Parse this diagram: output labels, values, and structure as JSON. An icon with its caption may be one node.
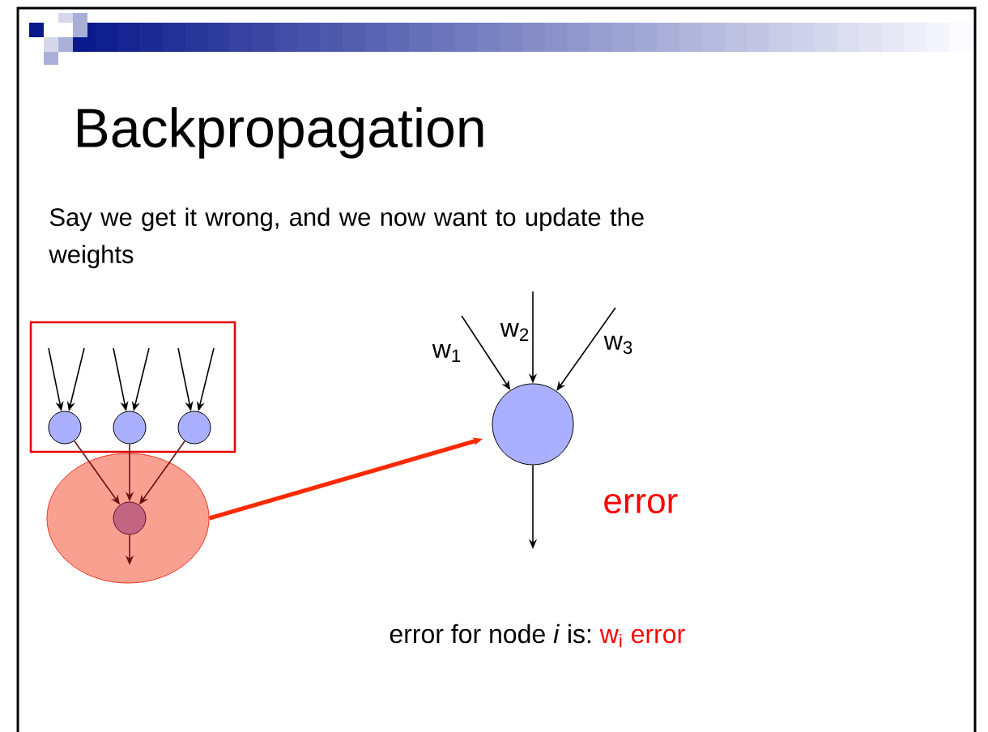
{
  "diagram": {
    "title": "Backpropagation",
    "nodes": [
      {
        "text": [],
        "shape": "box"
      },
      {
        "text": [],
        "shape": "circle",
        "in": 0
      },
      {
        "text": [],
        "shape": "circle",
        "in": 0
      },
      {
        "text": [],
        "shape": "circle",
        "in": 0
      },
      {
        "text": [],
        "shape": "ellipse"
      },
      {
        "text": [],
        "shape": "circle",
        "in": 4
      },
      {
        "text": [],
        "shape": "circle"
      }
    ],
    "edges": [
      {
        "from": null,
        "to": 1,
        "arrow": "to"
      },
      {
        "from": null,
        "to": 1,
        "arrow": "to"
      },
      {
        "from": null,
        "to": 2,
        "arrow": "to"
      },
      {
        "from": null,
        "to": 2,
        "arrow": "to"
      },
      {
        "from": null,
        "to": 3,
        "arrow": "to"
      },
      {
        "from": null,
        "to": 3,
        "arrow": "to"
      },
      {
        "from": 1,
        "to": 5,
        "arrow": "to",
        "color": "#6b1010"
      },
      {
        "from": 2,
        "to": 5,
        "arrow": "to",
        "color": "#6b1010"
      },
      {
        "from": 3,
        "to": 5,
        "arrow": "to",
        "color": "#6b1010"
      },
      {
        "from": 5,
        "to": null,
        "arrow": "to",
        "color": "#6b1010"
      },
      {
        "from": 4,
        "to": 6,
        "arrow": "to",
        "style": "thick",
        "color": "#ff2a00"
      },
      {
        "from": null,
        "to": 6,
        "arrow": "to",
        "label": "w$_{1}$"
      },
      {
        "from": null,
        "to": 6,
        "arrow": "to",
        "label": "w$_{2}$"
      },
      {
        "from": null,
        "to": 6,
        "arrow": "to",
        "label": "w$_{3}$"
      },
      {
        "from": 6,
        "to": null,
        "arrow": "to"
      }
    ],
    "labels": [
      "Say we get it wrong, and we now want to update the weights",
      "error",
      "error for node *i* is:",
      "w$_{i}$ error"
    ]
  }
}
